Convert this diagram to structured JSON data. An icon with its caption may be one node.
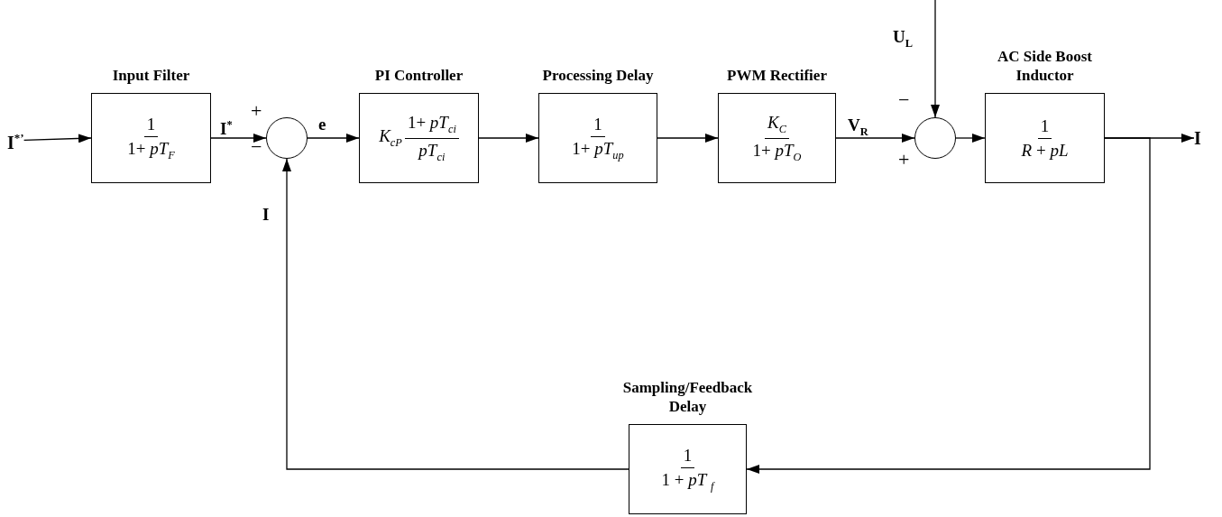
{
  "diagram": {
    "nodes": [
      {
        "text": [
          "I$^{*’}$"
        ]
      },
      {
        "text": [
          "Input Filter",
          "1",
          "1+ *pT*$_{F}$"
        ]
      },
      {
        "text": [],
        "shape": "circle",
        "beside": [
          "+",
          "−"
        ]
      },
      {
        "text": [
          "PI Controller",
          "*K*$_{cP}$",
          "1+ *pT*$_{ci}$",
          "*pT*$_{ci}$"
        ]
      },
      {
        "text": [
          "Processing Delay",
          "1",
          "1+ *pT*$_{up}$"
        ]
      },
      {
        "text": [
          "PWM Rectifier",
          "*K*$_{C}$",
          "1+ *pT*$_{O}$"
        ]
      },
      {
        "text": [],
        "shape": "circle",
        "beside": [
          "−",
          "+"
        ]
      },
      {
        "text": [
          "AC Side Boost Inductor",
          "1",
          "*R* + *pL*"
        ]
      },
      {
        "text": [
          "I"
        ]
      },
      {
        "text": [
          "Sampling/Feedback Delay",
          "1",
          "1 +  *pT* $_{f}$"
        ]
      }
    ],
    "edges": [
      {
        "from": 0,
        "to": 1,
        "arrow": "to"
      },
      {
        "from": 1,
        "to": 2,
        "arrow": "to",
        "label": "I$^{*}$"
      },
      {
        "from": 2,
        "to": 3,
        "arrow": "to",
        "label": "e"
      },
      {
        "from": 3,
        "to": 4,
        "arrow": "to"
      },
      {
        "from": 4,
        "to": 5,
        "arrow": "to"
      },
      {
        "from": 5,
        "to": 6,
        "arrow": "to",
        "label": "V$_{R}$"
      },
      {
        "from": null,
        "to": 6,
        "arrow": "to",
        "label": "U$_{L}$"
      },
      {
        "from": 6,
        "to": 7,
        "arrow": "to"
      },
      {
        "from": 7,
        "to": 8,
        "arrow": "to"
      },
      {
        "from": 7,
        "to": 9,
        "arrow": "to"
      },
      {
        "from": 9,
        "to": 2,
        "arrow": "to",
        "label": "I"
      }
    ]
  }
}
